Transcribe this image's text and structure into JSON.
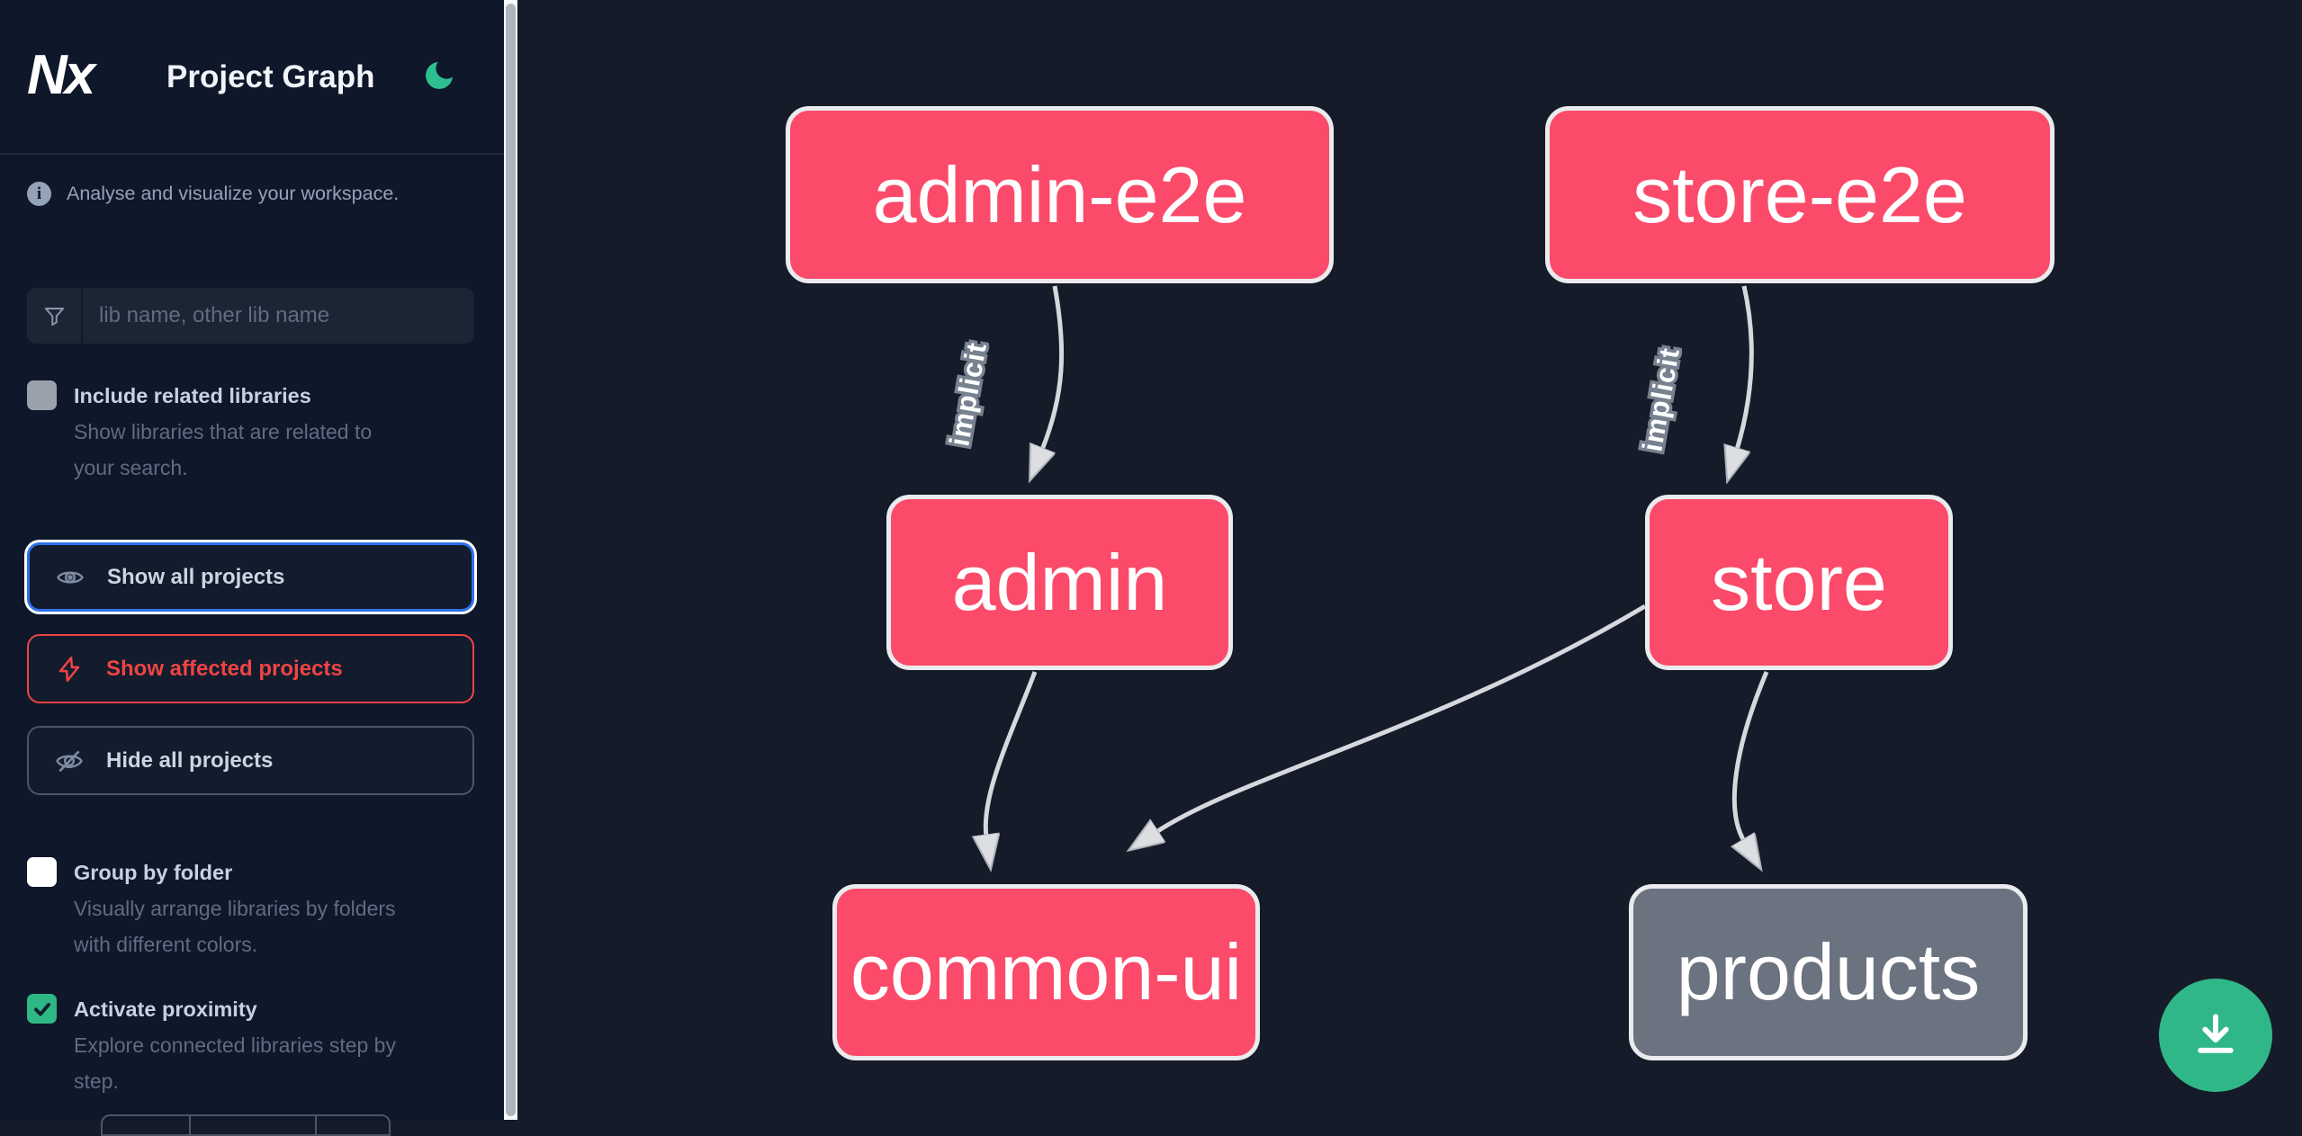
{
  "header": {
    "logo_text": "Nx",
    "title": "Project Graph",
    "theme_toggle_icon": "moon"
  },
  "sidebar": {
    "info": {
      "text": "Analyse and visualize your workspace."
    },
    "search": {
      "placeholder": "lib name, other lib name",
      "value": ""
    },
    "toggles": [
      {
        "label": "Include related libraries",
        "description": "Show libraries that are related to your search.",
        "checked": false,
        "disabled": true
      },
      {
        "label": "Group by folder",
        "description": "Visually arrange libraries by folders with different colors.",
        "checked": false
      },
      {
        "label": "Activate proximity",
        "description": "Explore connected libraries step by step.",
        "checked": true
      }
    ],
    "actions": [
      {
        "label": "Show all projects",
        "icon": "eye",
        "state": "focused"
      },
      {
        "label": "Show affected projects",
        "icon": "bolt",
        "state": "danger"
      },
      {
        "label": "Hide all projects",
        "icon": "eye-off",
        "state": "default"
      }
    ]
  },
  "graph": {
    "nodes": [
      {
        "id": "admin-e2e",
        "label": "admin-e2e",
        "status": "affected"
      },
      {
        "id": "store-e2e",
        "label": "store-e2e",
        "status": "affected"
      },
      {
        "id": "admin",
        "label": "admin",
        "status": "affected"
      },
      {
        "id": "store",
        "label": "store",
        "status": "affected"
      },
      {
        "id": "common-ui",
        "label": "common-ui",
        "status": "affected"
      },
      {
        "id": "products",
        "label": "products",
        "status": "unaffected"
      }
    ],
    "edges": [
      {
        "source": "admin-e2e",
        "target": "admin",
        "label": "implicit"
      },
      {
        "source": "store-e2e",
        "target": "store",
        "label": "implicit"
      },
      {
        "source": "admin",
        "target": "common-ui",
        "label": ""
      },
      {
        "source": "store",
        "target": "common-ui",
        "label": ""
      },
      {
        "source": "store",
        "target": "products",
        "label": ""
      }
    ]
  },
  "fab": {
    "icon": "download"
  },
  "colors": {
    "accent_green": "#30b788",
    "node_affected": "#fb4a6a",
    "node_unaffected": "#6b7280",
    "node_border": "#e9ebee",
    "edge": "#d5d8dd",
    "focus_blue": "#2d72e8",
    "danger_red": "#ef4444",
    "sidebar_bg": "#0f172a",
    "canvas_bg": "#151b28"
  }
}
